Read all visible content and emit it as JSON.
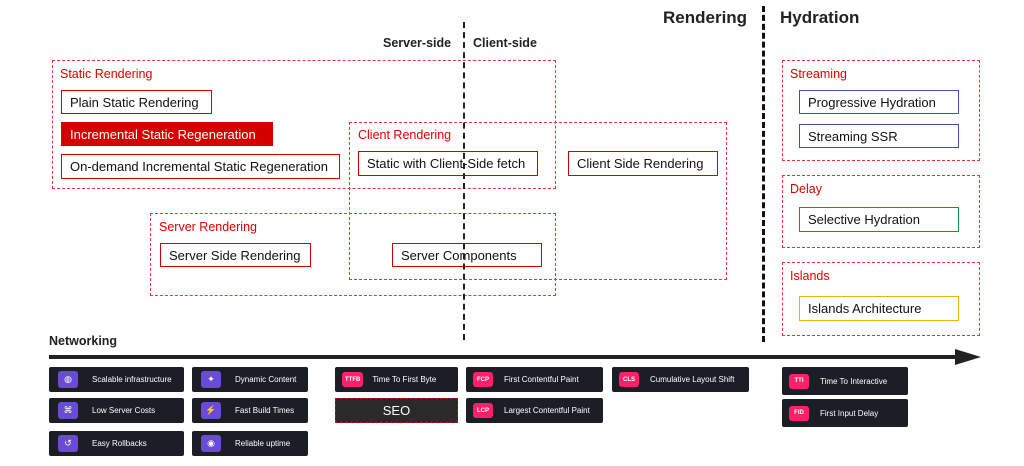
{
  "headers": {
    "rendering": "Rendering",
    "hydration": "Hydration",
    "server_side": "Server-side",
    "client_side": "Client-side",
    "networking": "Networking"
  },
  "groups": {
    "static_rendering": "Static Rendering",
    "client_rendering": "Client Rendering",
    "server_rendering": "Server Rendering",
    "streaming": "Streaming",
    "delay": "Delay",
    "islands": "Islands"
  },
  "boxes": {
    "plain_static": "Plain Static Rendering",
    "isr": "Incremental Static Regeneration",
    "on_demand_isr": "On-demand Incremental Static Regeneration",
    "static_client_fetch": "Static with Client-Side fetch",
    "client_side_rendering": "Client Side Rendering",
    "server_side_rendering": "Server Side Rendering",
    "server_components": "Server Components",
    "progressive_hydration": "Progressive Hydration",
    "streaming_ssr": "Streaming SSR",
    "selective_hydration": "Selective Hydration",
    "islands_architecture": "Islands Architecture"
  },
  "benefits": [
    {
      "label": "Scalable infrastructure",
      "icon": "globe-icon",
      "color": "#6a4bd6"
    },
    {
      "label": "Dynamic Content",
      "icon": "sparkle-icon",
      "color": "#6a4bd6"
    },
    {
      "label": "Low Server Costs",
      "icon": "server-icon",
      "color": "#6a4bd6"
    },
    {
      "label": "Fast Build Times",
      "icon": "lightning-icon",
      "color": "#6a4bd6"
    },
    {
      "label": "Easy Rollbacks",
      "icon": "rollback-icon",
      "color": "#6a4bd6"
    },
    {
      "label": "Reliable uptime",
      "icon": "earth-icon",
      "color": "#6a4bd6"
    }
  ],
  "metrics": {
    "ttfb": {
      "tag": "TTFB",
      "label": "Time To First Byte"
    },
    "fcp": {
      "tag": "FCP",
      "label": "First Contentful Paint"
    },
    "lcp": {
      "tag": "LCP",
      "label": "Largest Contentful Paint"
    },
    "cls": {
      "tag": "CLS",
      "label": "Cumulative Layout Shift"
    },
    "tti": {
      "tag": "TTI",
      "label": "Time To Interactive"
    },
    "fid": {
      "tag": "FID",
      "label": "First Input Delay"
    }
  },
  "seo": "SEO",
  "colors": {
    "accent_red": "#d50000",
    "tag_pink": "#ff1f6a",
    "icon_purple": "#6a4bd6",
    "dark_card": "#1c1e26"
  }
}
